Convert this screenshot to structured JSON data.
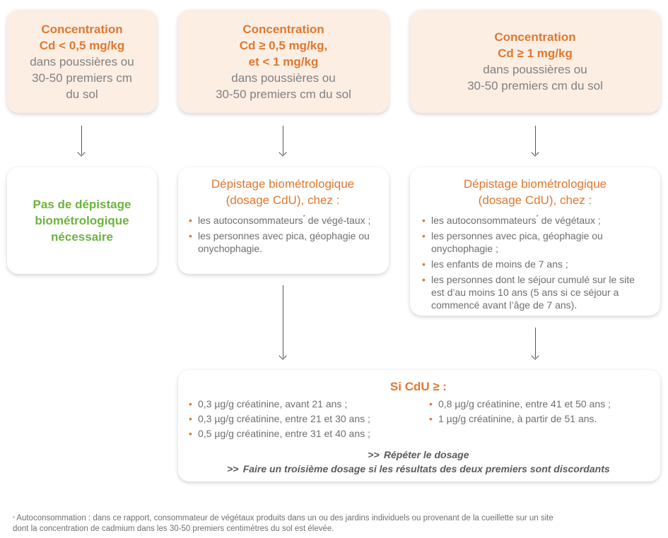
{
  "top_boxes": [
    {
      "heading_lines": [
        "Concentration",
        "Cd < 0,5 mg/kg"
      ],
      "sub_lines": [
        "dans poussières ou",
        "30-50 premiers cm",
        "du sol"
      ]
    },
    {
      "heading_lines": [
        "Concentration",
        "Cd ≥ 0,5 mg/kg,",
        "et < 1 mg/kg"
      ],
      "sub_lines": [
        "dans poussières ou",
        "30-50 premiers cm du sol"
      ]
    },
    {
      "heading_lines": [
        "Concentration",
        "Cd ≥ 1 mg/kg"
      ],
      "sub_lines": [
        "dans poussières ou",
        "30-50 premiers cm du sol"
      ]
    }
  ],
  "no_screening": {
    "lines": [
      "Pas de dépistage",
      "biométrologique",
      "nécessaire"
    ]
  },
  "screening_mid": {
    "title_lines": [
      "Dépistage biométrologique",
      "(dosage CdU), chez :"
    ],
    "items": [
      {
        "text": "les autoconsommateurs",
        "sup": "*",
        "rest": " de végé-taux ;"
      },
      {
        "text": "les personnes avec pica, géophagie ou onychophagie.",
        "sup": "",
        "rest": ""
      }
    ]
  },
  "screening_right": {
    "title_lines": [
      "Dépistage biométrologique",
      "(dosage CdU), chez :"
    ],
    "items": [
      {
        "text": "les autoconsommateurs",
        "sup": "*",
        "rest": " de végétaux ;"
      },
      {
        "text": "les personnes avec pica, géophagie ou onychophagie ;",
        "sup": "",
        "rest": ""
      },
      {
        "text": "les enfants de moins de 7 ans ;",
        "sup": "",
        "rest": ""
      },
      {
        "text": "les personnes dont le séjour cumulé sur le site est d’au moins 10 ans (5 ans si ce séjour a commencé avant l’âge de 7 ans).",
        "sup": "",
        "rest": ""
      }
    ]
  },
  "cdu_box": {
    "title": "Si CdU ≥ :",
    "left_items": [
      "0,3 µg/g créatinine, avant 21 ans ;",
      "0,3 µg/g créatinine, entre 21 et 30 ans ;",
      "0,5 µg/g créatinine, entre 31 et 40 ans ;"
    ],
    "right_items": [
      "0,8 µg/g créatinine, entre 41 et 50 ans ;",
      "1 µg/g créatinine, à partir de 51 ans."
    ],
    "action1_prefix": ">>",
    "action1": "Répéter le dosage",
    "action2_prefix": ">>",
    "action2": "Faire un troisième dosage si les résultats des deux premiers sont discordants"
  },
  "footnote": {
    "mark": "*",
    "line1": " Autoconsommation : dans ce rapport, consommateur de végétaux produits dans un ou des jardins individuels ou provenant de la cueillette sur un site",
    "line2": "dont la concentration de cadmium dans les 30-50 premiers centimètres du sol est élevée."
  },
  "colors": {
    "accent_orange": "#e0782f",
    "accent_green": "#6db33f",
    "peach_fill": "#fdeee4"
  }
}
